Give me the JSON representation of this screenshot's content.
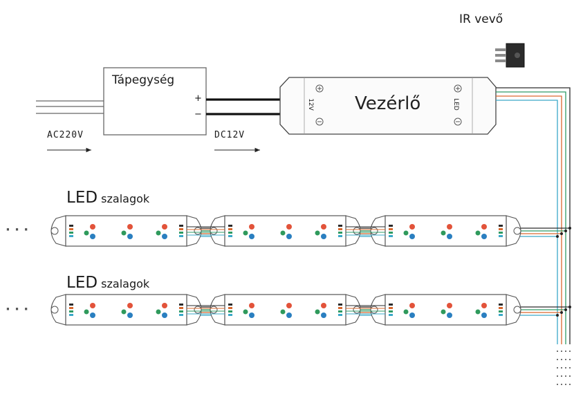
{
  "labels": {
    "ir_receiver": "IR vevő",
    "power_supply": "Tápegység",
    "controller": "Vezérlő",
    "plus": "+",
    "minus": "−",
    "ac_input": "AC220V",
    "dc_output": "DC12V",
    "controller_left_tag": "12V",
    "controller_right_tag": "LED",
    "strip_group_1": {
      "big": "LED",
      "small": "szalagok"
    },
    "strip_group_2": {
      "big": "LED",
      "small": "szalagok"
    },
    "ellipsis": "·  ·  ·"
  },
  "colors": {
    "wire_blue": "#3aa8c8",
    "wire_red": "#d9682e",
    "wire_green": "#2e9a63",
    "wire_black": "#2a2a2a",
    "led_red": "#e2533a",
    "led_green": "#2f9a5c",
    "led_blue": "#2a7fc0",
    "outline": "#555555"
  },
  "strip_rows": 2,
  "segments_per_row": 3,
  "leds_per_segment": 3
}
